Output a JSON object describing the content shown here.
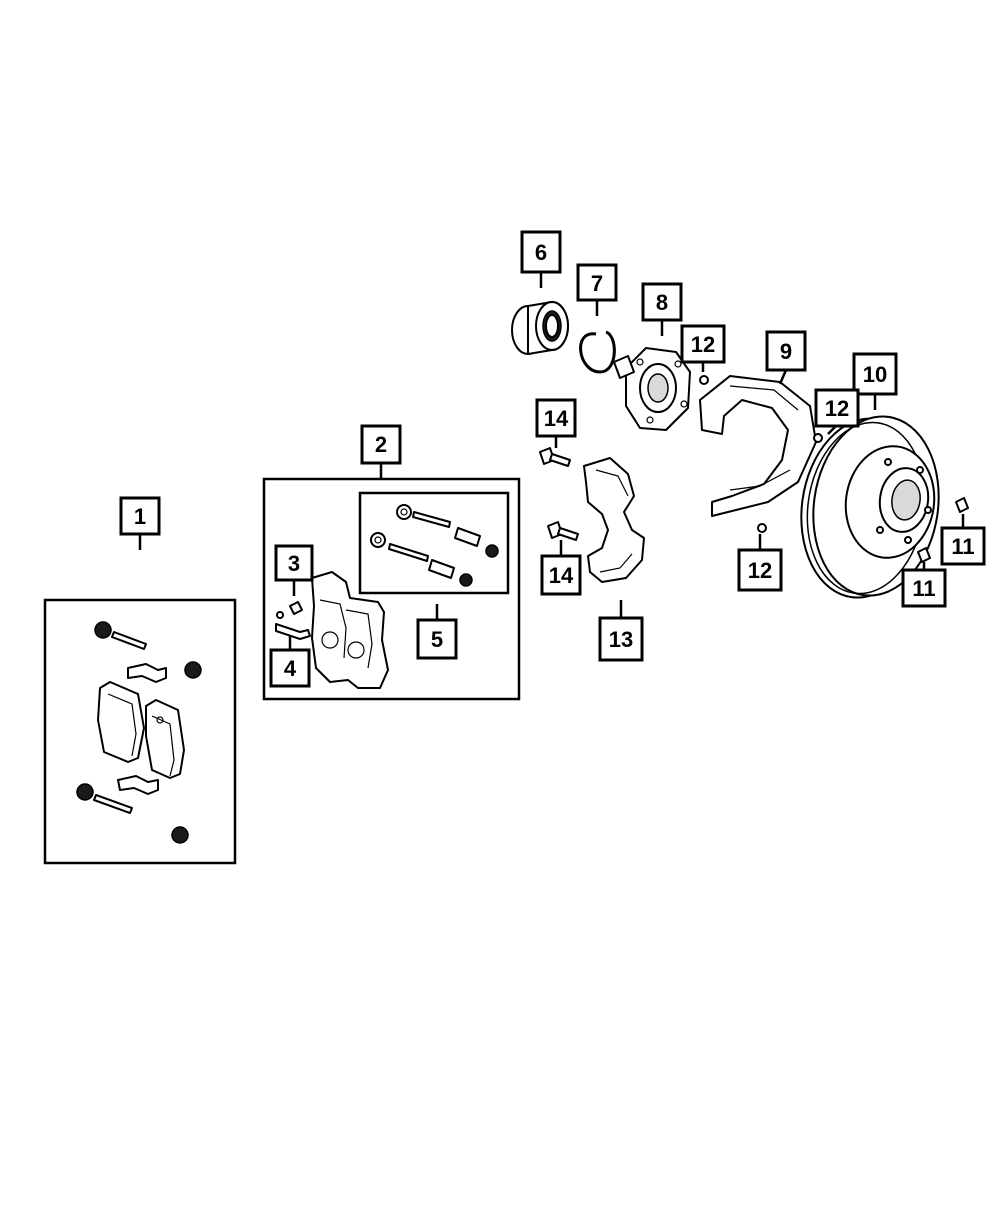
{
  "callouts": {
    "c1": "1",
    "c2": "2",
    "c3": "3",
    "c4": "4",
    "c5": "5",
    "c6": "6",
    "c7": "7",
    "c8": "8",
    "c9": "9",
    "c10": "10",
    "c11a": "11",
    "c11b": "11",
    "c12a": "12",
    "c12b": "12",
    "c12c": "12",
    "c13": "13",
    "c14a": "14",
    "c14b": "14"
  },
  "colors": {
    "line": "#000000",
    "background": "#ffffff"
  }
}
